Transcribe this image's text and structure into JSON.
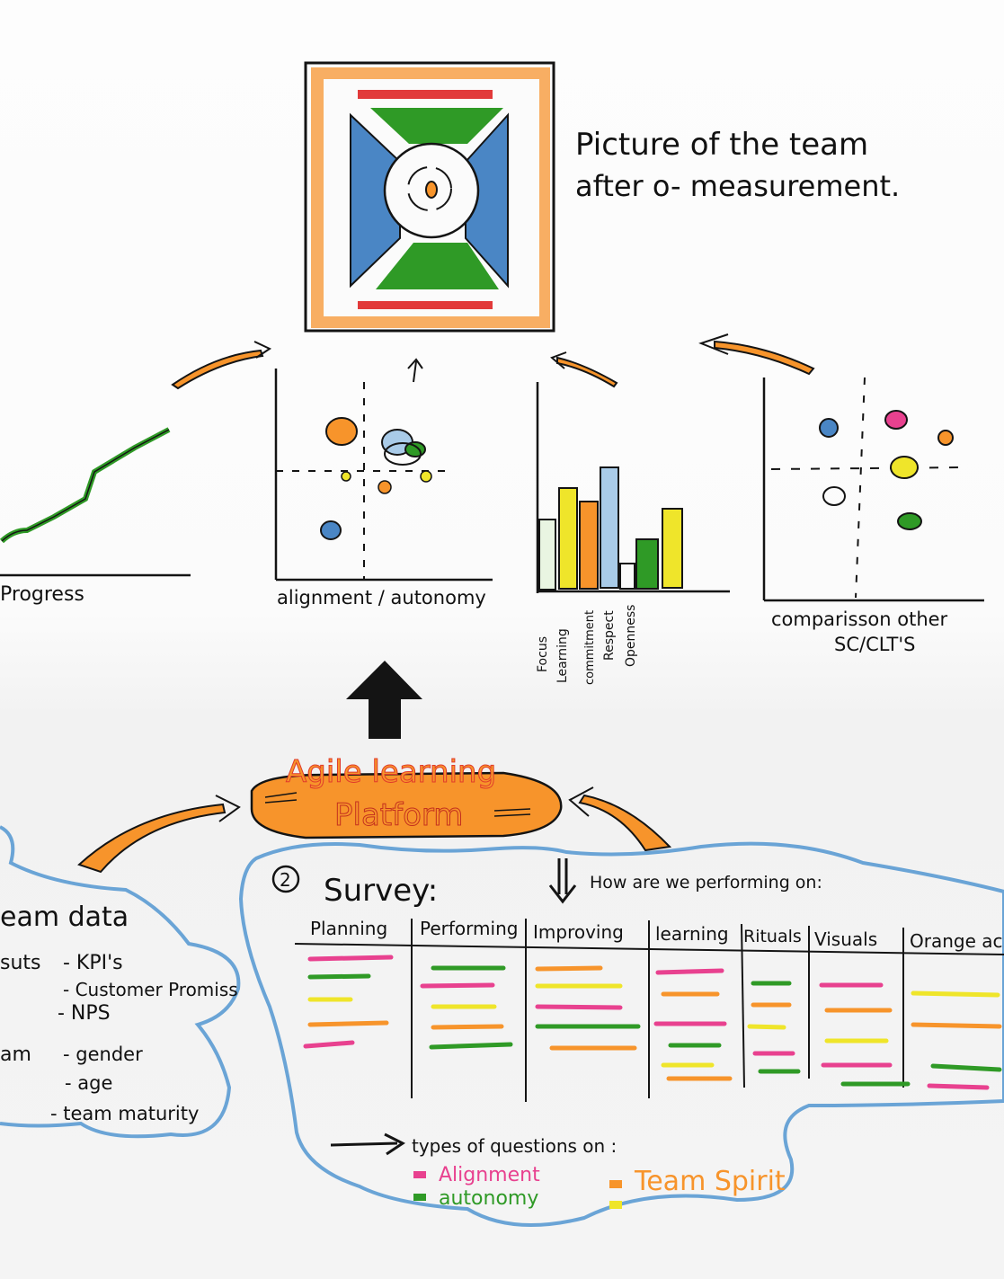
{
  "colors": {
    "ink": "#141414",
    "orange": "#f7942b",
    "red": "#e6363a",
    "green": "#2f9a26",
    "blue": "#4a86c5",
    "yellow": "#efe52a",
    "pink": "#e8418f",
    "lightblue": "#a9cbe8",
    "cloud": "#6aa4d6"
  },
  "title": {
    "line1": "Picture of the team",
    "line2": "after o- measurement."
  },
  "charts": {
    "progress_label": "Progress",
    "alignment_label": "alignment / autonomy",
    "bar_labels": [
      "Focus",
      "Learning",
      "commitment",
      "Respect",
      "Openness"
    ],
    "comparison_label_1": "comparisson other",
    "comparison_label_2": "SC/CLT'S"
  },
  "platform": {
    "line1": "Agile learning",
    "line2": "Platform"
  },
  "team_data": {
    "heading": "eam data",
    "row1_label": "suts",
    "row1_items": [
      "- KPI's",
      "- Customer Promiss",
      "- NPS"
    ],
    "row2_label": "am",
    "row2_items": [
      "- gender",
      "- age",
      "- team maturity"
    ]
  },
  "survey": {
    "number": "2",
    "title": "Survey:",
    "subtitle": "How are we performing on:",
    "columns": [
      "Planning",
      "Performing",
      "Improving",
      "learning",
      "Rituals",
      "Visuals",
      "Orange ack"
    ],
    "types_label": "types of questions on :",
    "legend": [
      {
        "label": "Alignment",
        "color": "#e8418f"
      },
      {
        "label": "autonomy",
        "color": "#2f9a26"
      },
      {
        "label": "Team Spirit",
        "color": "#f7942b"
      },
      {
        "label": "",
        "color": "#efe52a"
      }
    ]
  }
}
